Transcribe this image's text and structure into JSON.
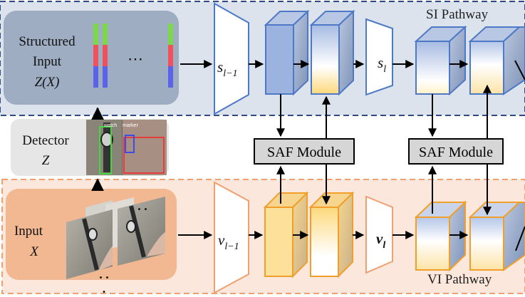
{
  "si_pathway": {
    "label": "SI Pathway",
    "structured_input": {
      "line1": "Structured",
      "line2": "Input",
      "line3": "Z(X)",
      "ellipsis": "⋯"
    },
    "encoder_prev": {
      "base": "s",
      "sub": "l−1"
    },
    "encoder_cur": {
      "base": "s",
      "sub": "l"
    }
  },
  "vi_pathway": {
    "label": "VI Pathway",
    "input": {
      "line1": "Input",
      "line2": "X"
    },
    "encoder_prev": {
      "base": "v",
      "sub": "l−1"
    },
    "encoder_cur": {
      "base": "v",
      "sub": "l"
    },
    "dots": ". ."
  },
  "detector": {
    "line1": "Detector",
    "line2": "Z",
    "boxes": [
      "watch",
      "marker"
    ]
  },
  "saf_modules": [
    {
      "label": "SAF Module"
    },
    {
      "label": "SAF Module"
    }
  ],
  "colors": {
    "si_band": "#dde3ed",
    "si_border": "#2f4a84",
    "vi_band": "#fbe7db",
    "vi_border": "#f0a070",
    "si_cube": "#4d79c7",
    "vi_cube": "#f0a02a"
  }
}
